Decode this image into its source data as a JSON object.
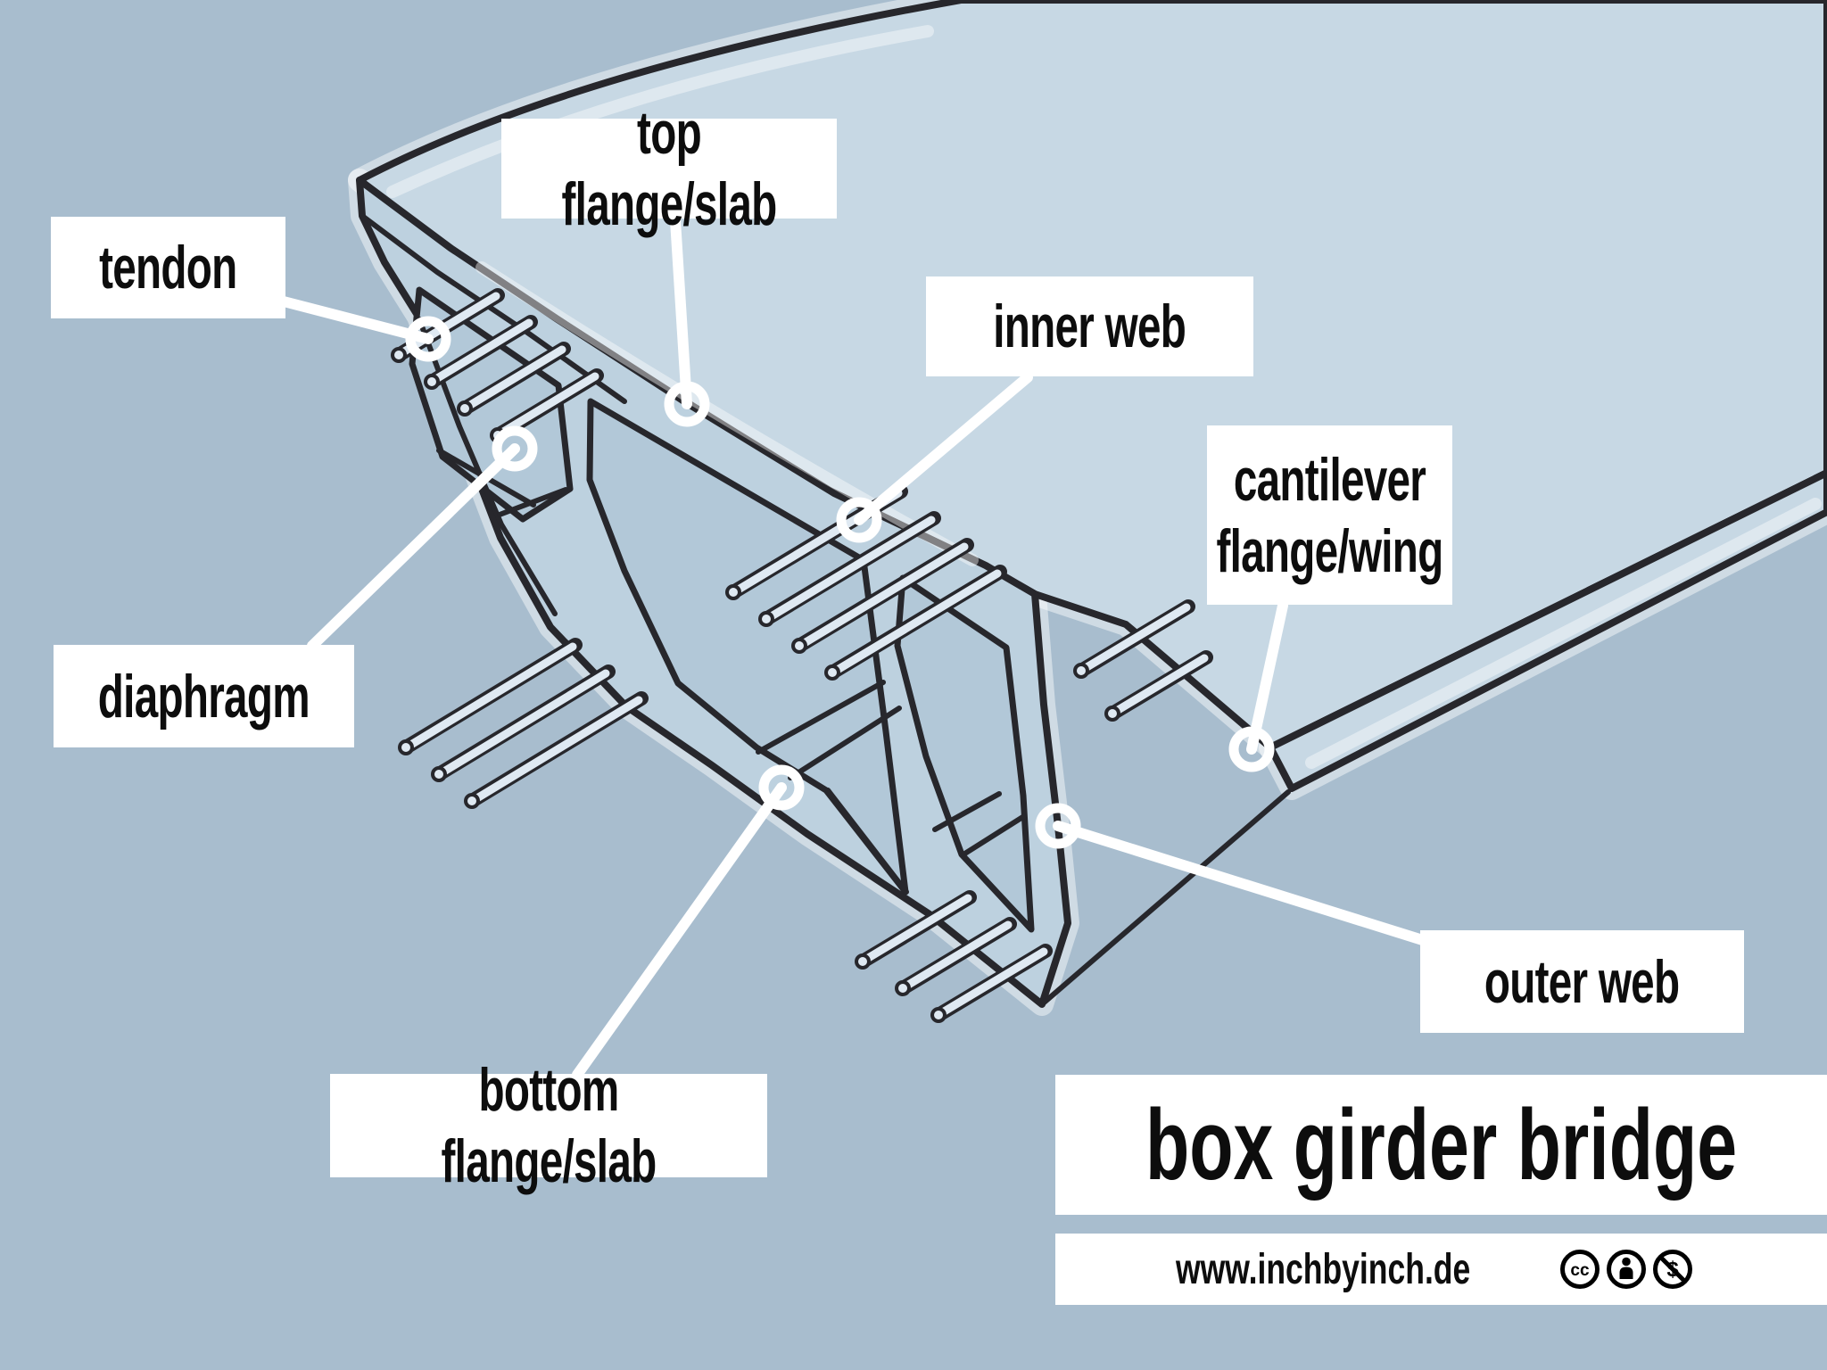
{
  "diagram": {
    "title": "box girder bridge",
    "website": "www.inchbyinch.de",
    "labels": [
      {
        "id": "tendon",
        "text": "tendon"
      },
      {
        "id": "top-flange",
        "text": "top flange/slab"
      },
      {
        "id": "inner-web",
        "text": "inner web"
      },
      {
        "id": "cantilever",
        "text": "cantilever\nflange/wing"
      },
      {
        "id": "diaphragm",
        "text": "diaphragm"
      },
      {
        "id": "outer-web",
        "text": "outer web"
      },
      {
        "id": "bottom-flange",
        "text": "bottom flange/slab"
      }
    ],
    "license_icons": [
      "cc",
      "attribution",
      "non-commercial"
    ],
    "license_icon_labels": {
      "cc": "cc",
      "attribution": "",
      "non_commercial": "$"
    },
    "colors": {
      "background": "#a8bdce",
      "deck": "#c7d8e4",
      "face": "#bdd1df",
      "cell": "#b2c8d8",
      "outline": "#27272c",
      "label_bg": "#ffffff",
      "label_text": "#0d0d0d",
      "tendon_fill": "#dfe9f2",
      "leader": "#ffffff"
    }
  }
}
